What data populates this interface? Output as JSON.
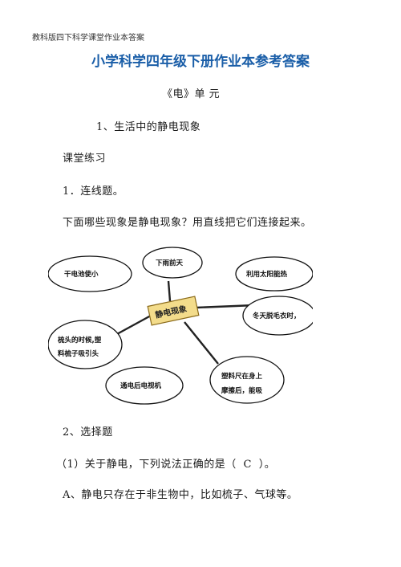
{
  "header": "教科版四下科学课堂作业本答案",
  "title": "小学科学四年级下册作业本参考答案",
  "unit": "《电》单  元",
  "lesson": "1、生活中的静电现象",
  "section": "课堂练习",
  "q1": {
    "heading": "1．连线题。",
    "prompt": "下面哪些现象是静电现象？用直线把它们连接起来。"
  },
  "diagram": {
    "center": "静电现象",
    "bubbles": {
      "battery": "干电池使小",
      "rain": "下雨前天",
      "solar": "利用太阳能热",
      "sweater": "冬天脱毛衣时，",
      "comb_line1": "梳头的时候,塑",
      "comb_line2": "料梳子吸引头",
      "tv": "通电后电视机",
      "ruler_line1": "塑料尺在身上",
      "ruler_line2": "摩擦后，能吸"
    }
  },
  "q2": {
    "heading": "2、选择题",
    "item1_prefix": "（1）关于静电，下列说法正确的是（",
    "item1_answer": "C",
    "item1_suffix": "）。",
    "option_a": "A、静电只存在于非生物中，比如梳子、气球等。"
  }
}
